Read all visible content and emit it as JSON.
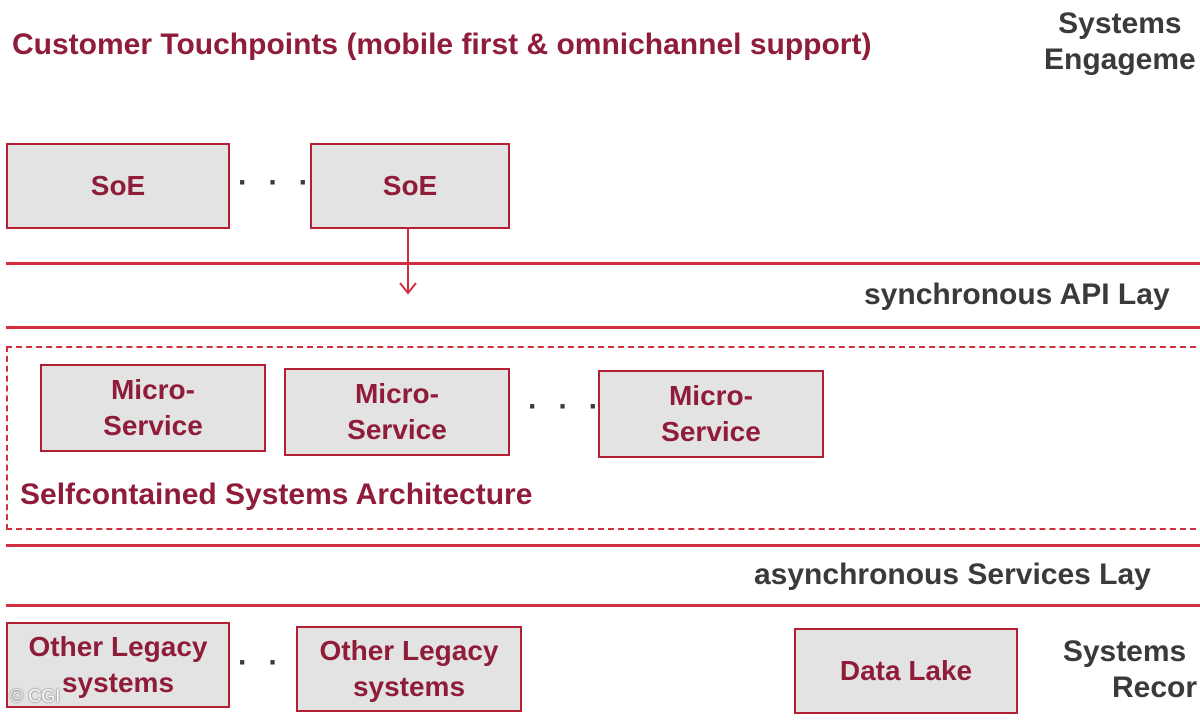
{
  "header": {
    "title": "Customer Touchpoints (mobile first & omnichannel support)",
    "engagement_label_1": "Systems",
    "engagement_label_2": "Engageme"
  },
  "soe_row": {
    "box_1": "SoE",
    "ellipsis": "· · ·",
    "box_2": "SoE"
  },
  "api_layer": {
    "label": "synchronous API Lay"
  },
  "microservices": {
    "box_1": "Micro-\nService",
    "box_2": "Micro-\nService",
    "ellipsis": "· · ·",
    "box_3": "Micro-\nService",
    "architecture_label": "Selfcontained Systems Architecture"
  },
  "services_layer": {
    "label": "asynchronous Services Lay"
  },
  "records_row": {
    "legacy_1": "Other Legacy\nsystems",
    "ellipsis": "· · ·",
    "legacy_2": "Other Legacy\nsystems",
    "data_lake": "Data Lake",
    "records_label_1": "Systems",
    "records_label_2": "Recor"
  },
  "copyright": "© CGI",
  "colors": {
    "line": "#d12f3f",
    "text_accent": "#8f1d3a",
    "box_fill": "#e3e3e3"
  }
}
